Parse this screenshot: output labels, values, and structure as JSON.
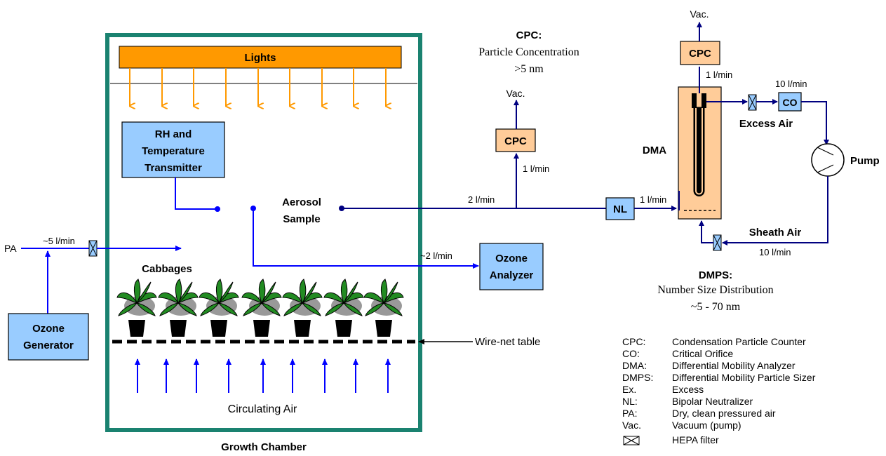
{
  "chamber": {
    "title": "Growth Chamber",
    "lights": "Lights",
    "sensor": [
      "RH and",
      "Temperature",
      "Transmitter"
    ],
    "plants": "Cabbages",
    "table": "Wire-net table",
    "circulating": "Circulating Air"
  },
  "inlet": {
    "pa": "PA",
    "flow": "~5 l/min",
    "generator": [
      "Ozone",
      "Generator"
    ]
  },
  "sample": {
    "label": [
      "Aerosol",
      "Sample"
    ],
    "flow_main": "2 l/min",
    "flow_cpc": "1 l/min",
    "flow_dma": "1 l/min"
  },
  "ozone": {
    "flow": "~2 l/min",
    "analyzer": [
      "Ozone",
      "Analyzer"
    ]
  },
  "cpc1": {
    "box": "CPC",
    "vac": "Vac.",
    "title": "CPC:",
    "line1": "Particle Concentration",
    "line2": ">5 nm"
  },
  "cpc2": {
    "box": "CPC",
    "vac": "Vac.",
    "flow": "1 l/min"
  },
  "dma": {
    "label": "DMA",
    "nl": "NL",
    "co": "CO",
    "co_flow": "10 l/min",
    "excess": "Excess Air",
    "pump": "Pump",
    "sheath": "Sheath Air",
    "sheath_flow": "10 l/min"
  },
  "dmps": {
    "title": "DMPS:",
    "line1": "Number Size Distribution",
    "line2": "~5 - 70 nm"
  },
  "legend": [
    {
      "abbr": "CPC:",
      "desc": "Condensation Particle Counter"
    },
    {
      "abbr": "CO:",
      "desc": "Critical Orifice"
    },
    {
      "abbr": "DMA:",
      "desc": "Differential Mobility Analyzer"
    },
    {
      "abbr": "DMPS:",
      "desc": "Differential Mobility Particle Sizer"
    },
    {
      "abbr": "Ex.",
      "desc": "Excess"
    },
    {
      "abbr": "NL:",
      "desc": "Bipolar Neutralizer"
    },
    {
      "abbr": "PA:",
      "desc": "Dry, clean pressured air"
    },
    {
      "abbr": "Vac.",
      "desc": "Vacuum (pump)"
    },
    {
      "abbr": "",
      "desc": "HEPA filter"
    }
  ],
  "colors": {
    "chamber": "#1a8270",
    "lights": "#ff9900",
    "box_blue": "#99ccff",
    "box_peach": "#ffcc99",
    "line_dark": "#000080",
    "line_blue": "#0000ff",
    "plant": "#228b22"
  }
}
